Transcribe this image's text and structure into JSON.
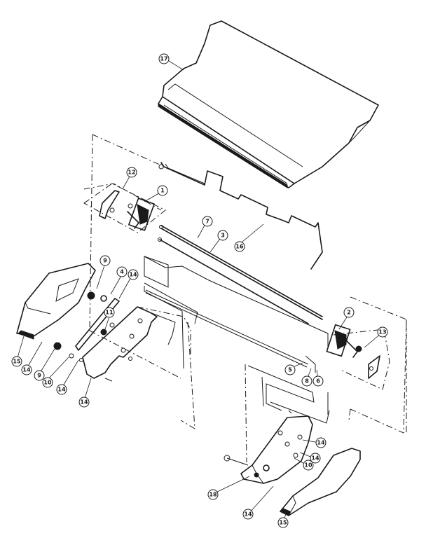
{
  "diagram": {
    "callouts": [
      {
        "id": "c17",
        "label": "17"
      },
      {
        "id": "c12",
        "label": "12"
      },
      {
        "id": "c1",
        "label": "1"
      },
      {
        "id": "c7",
        "label": "7"
      },
      {
        "id": "c3",
        "label": "3"
      },
      {
        "id": "c16",
        "label": "16"
      },
      {
        "id": "c9a",
        "label": "9"
      },
      {
        "id": "c4",
        "label": "4"
      },
      {
        "id": "c14a",
        "label": "14"
      },
      {
        "id": "c11",
        "label": "11"
      },
      {
        "id": "c2",
        "label": "2"
      },
      {
        "id": "c13",
        "label": "13"
      },
      {
        "id": "c5",
        "label": "5"
      },
      {
        "id": "c8",
        "label": "8"
      },
      {
        "id": "c6",
        "label": "6"
      },
      {
        "id": "c15a",
        "label": "15"
      },
      {
        "id": "c14b",
        "label": "14"
      },
      {
        "id": "c9b",
        "label": "9"
      },
      {
        "id": "c10",
        "label": "10"
      },
      {
        "id": "c14c",
        "label": "14"
      },
      {
        "id": "c14d",
        "label": "14"
      },
      {
        "id": "c14e",
        "label": "14"
      },
      {
        "id": "c14f",
        "label": "14"
      },
      {
        "id": "c10b",
        "label": "10"
      },
      {
        "id": "c18",
        "label": "18"
      },
      {
        "id": "c14g",
        "label": "14"
      },
      {
        "id": "c15b",
        "label": "15"
      }
    ]
  }
}
